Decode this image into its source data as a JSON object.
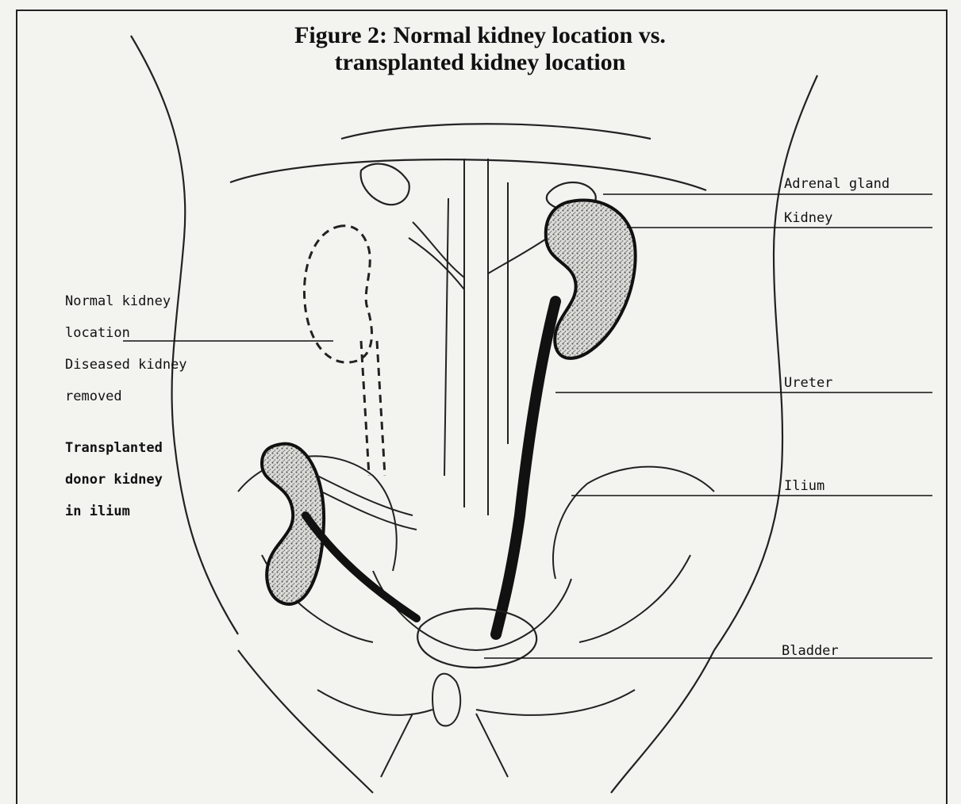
{
  "figure": {
    "title_line1": "Figure 2: Normal kidney location vs.",
    "title_line2": "transplanted kidney location"
  },
  "labels": {
    "adrenal_gland": "Adrenal gland",
    "kidney": "Kidney",
    "ureter": "Ureter",
    "ilium": "Ilium",
    "bladder": "Bladder",
    "normal_kidney_line1": "Normal kidney",
    "normal_kidney_line2": "location",
    "normal_kidney_line3": "Diseased kidney",
    "normal_kidney_line4": "removed",
    "transplanted_line1": "Transplanted",
    "transplanted_line2": "donor kidney",
    "transplanted_line3": "in ilium"
  },
  "colors": {
    "ink": "#111111",
    "paper": "#f3f3f0",
    "bleed_text": "#9a9a96",
    "kidney_stipple": "#6a6a66"
  }
}
